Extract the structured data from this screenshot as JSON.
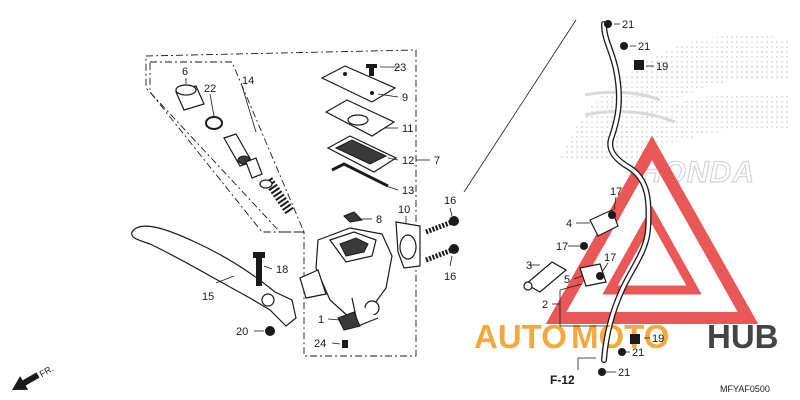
{
  "diagram": {
    "callouts": {
      "c1": "1",
      "c2": "2",
      "c3": "3",
      "c4": "4",
      "c5": "5",
      "c6": "6",
      "c7": "7",
      "c8": "8",
      "c9": "9",
      "c10": "10",
      "c11": "11",
      "c12": "12",
      "c13": "13",
      "c14": "14",
      "c15": "15",
      "c16a": "16",
      "c16b": "16",
      "c17a": "17",
      "c17b": "17",
      "c17c": "17",
      "c18": "18",
      "c19a": "19",
      "c19b": "19",
      "c20": "20",
      "c21a": "21",
      "c21b": "21",
      "c21c": "21",
      "c21d": "21",
      "c22": "22",
      "c23": "23",
      "c24": "24"
    },
    "front_arrow_label": "FR.",
    "reference_label": "F-12",
    "diagram_code": "MFYAF0500"
  },
  "watermark": {
    "brand_part1": "AUTO",
    "brand_part2": "MOTO",
    "brand_part3": "HUB",
    "logo_text": "HONDA",
    "colors": {
      "red": "#e63a3a",
      "orange": "#f4a93e",
      "gray": "#444444"
    }
  }
}
